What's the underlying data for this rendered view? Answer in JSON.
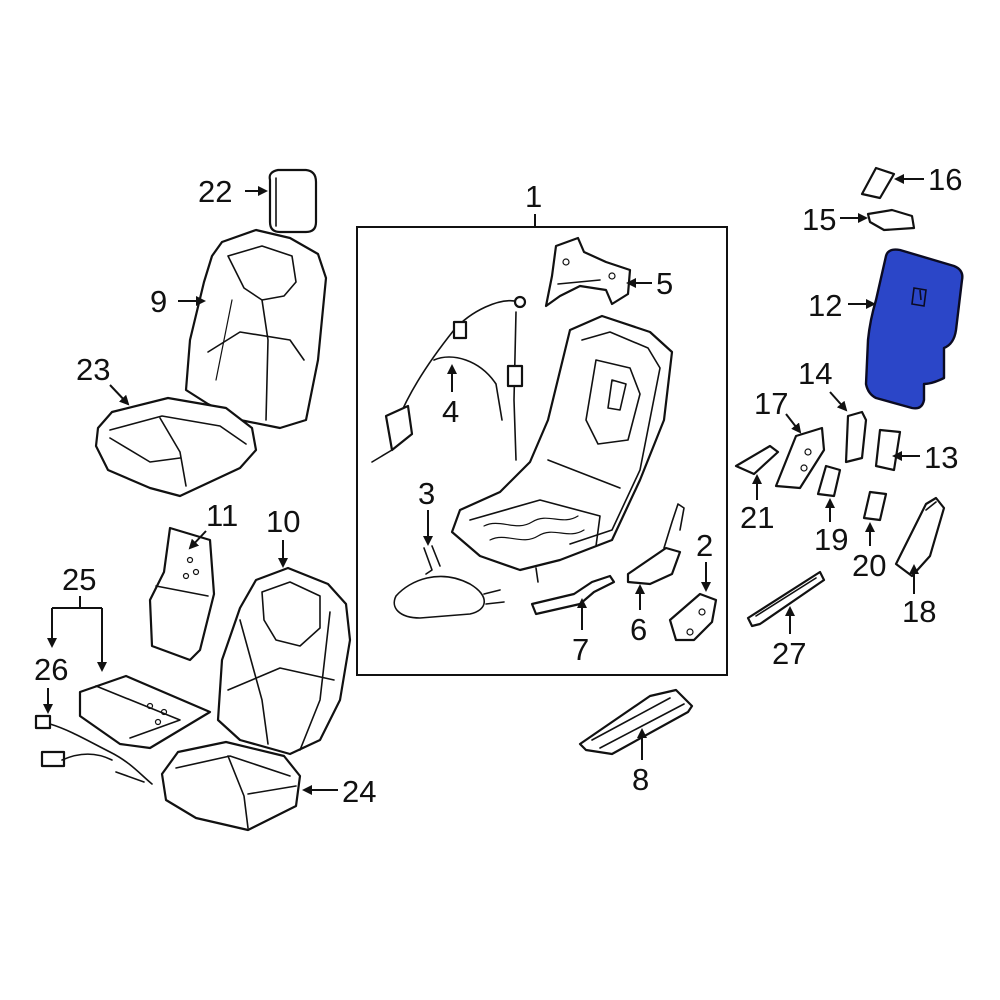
{
  "colors": {
    "line": "#111111",
    "background": "#ffffff",
    "highlight_fill": "#2b46c8"
  },
  "highlighted_part": "12",
  "callouts": {
    "p1": "1",
    "p2": "2",
    "p3": "3",
    "p4": "4",
    "p5": "5",
    "p6": "6",
    "p7": "7",
    "p8": "8",
    "p9": "9",
    "p10": "10",
    "p11": "11",
    "p12": "12",
    "p13": "13",
    "p14": "14",
    "p15": "15",
    "p16": "16",
    "p17": "17",
    "p18": "18",
    "p19": "19",
    "p20": "20",
    "p21": "21",
    "p22": "22",
    "p23": "23",
    "p24": "24",
    "p25": "25",
    "p26": "26",
    "p27": "27"
  }
}
